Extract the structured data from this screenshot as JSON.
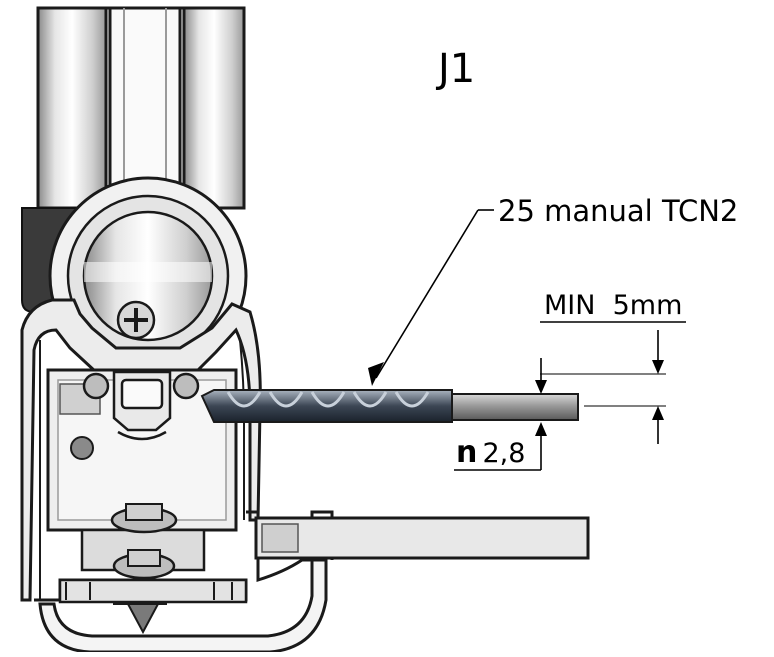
{
  "figure_label": "J1",
  "callout_label": "25 manual TCN2",
  "min_dimension_label": "MIN  5mm",
  "diameter_symbol": "n",
  "diameter_value": "2,8",
  "colors": {
    "line": "#000000",
    "metal_light": "#f0f0f0",
    "metal_mid": "#cfcfcf",
    "metal_dark": "#3a3a3a",
    "brass": "#d49a2a"
  }
}
